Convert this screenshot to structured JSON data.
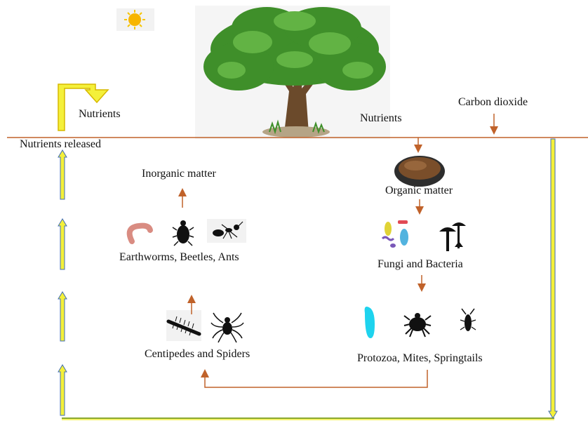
{
  "labels": {
    "nutrients_top": "Nutrients",
    "nutrients_released": "Nutrients released",
    "nutrients_mid": "Nutrients",
    "carbon_dioxide": "Carbon dioxide",
    "inorganic_matter": "Inorganic matter",
    "organic_matter": "Organic matter",
    "earthworms_beetles_ants": "Earthworms, Beetles, Ants",
    "fungi_bacteria": "Fungi and Bacteria",
    "centipedes_spiders": "Centipedes and Spiders",
    "protozoa_mites_springtails": "Protozoa, Mites, Springtails"
  },
  "colors": {
    "flow_arrow": "#c0622a",
    "ground_line": "#c0622a",
    "cycle_yellow": "#f4f03a",
    "cycle_outline": "#3f6db5",
    "cycle_green": "#8aa830"
  }
}
